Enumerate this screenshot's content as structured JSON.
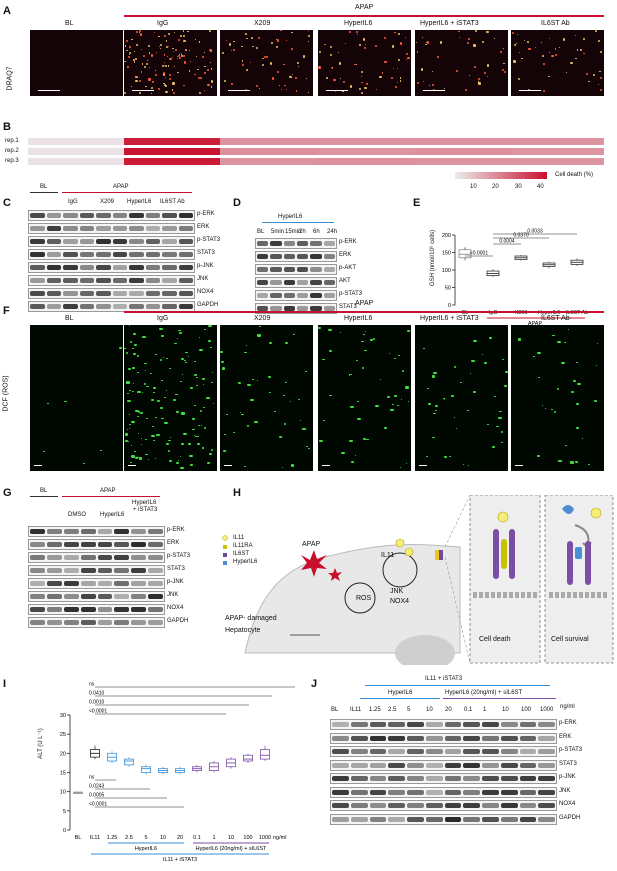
{
  "colors": {
    "red": "#c8102e",
    "blue": "#3a8fd6",
    "heat_low": "#ececec",
    "heat_high": "#c8102e"
  },
  "panels": {
    "A": "A",
    "B": "B",
    "C": "C",
    "D": "D",
    "E": "E",
    "F": "F",
    "G": "G",
    "H": "H",
    "I": "I",
    "J": "J"
  },
  "panelA": {
    "group": "APAP",
    "ylabel": "DRAQ7",
    "columns": [
      "BL",
      "IgG",
      "X209",
      "HyperIL6",
      "HyperIL6 + iSTAT3",
      "IL6ST Ab"
    ]
  },
  "panelB": {
    "rows": [
      "rep.1",
      "rep.2",
      "rep.3"
    ],
    "legend_title": "Cell death (%)",
    "legend_ticks": [
      "10",
      "20",
      "30",
      "40"
    ],
    "values": [
      [
        2,
        42,
        18,
        18,
        18,
        18
      ],
      [
        2,
        44,
        19,
        18,
        19,
        18
      ],
      [
        2,
        43,
        18,
        19,
        18,
        18
      ]
    ]
  },
  "panelC": {
    "bl": "BL",
    "apap": "APAP",
    "conds": [
      "IgG",
      "X209",
      "HyperIL6",
      "IL6ST Ab"
    ],
    "rows": [
      "p-ERK",
      "ERK",
      "p-STAT3",
      "STAT3",
      "p-JNK",
      "JNK",
      "NOX4",
      "GAPDH"
    ]
  },
  "panelD": {
    "group": "HyperIL6",
    "lanes": [
      "BL",
      "5min",
      "15min",
      "2h",
      "6h",
      "24h"
    ],
    "rows": [
      "p-ERK",
      "ERK",
      "p-AKT",
      "AKT",
      "p-STAT3",
      "STAT3"
    ]
  },
  "panelE": {
    "ylabel": "GSH (nmol/10⁶ cells)",
    "yticks": [
      "0",
      "50",
      "100",
      "150",
      "200"
    ],
    "xlabels": [
      "BL",
      "IgG",
      "X209",
      "HyperIL6",
      "IL6ST Ab"
    ],
    "group": "APAP",
    "pvals": [
      "<0.0001",
      "0.0004",
      "0.0370",
      "0.0033"
    ]
  },
  "panelF": {
    "group": "APAP",
    "ylabel": "DCF (ROS)",
    "columns": [
      "BL",
      "IgG",
      "X209",
      "HyperIL6",
      "HyperIL6 + iSTAT3",
      "IL6ST Ab"
    ]
  },
  "panelG": {
    "bl": "BL",
    "apap": "APAP",
    "conds": [
      "DMSO",
      "HyperIL6",
      "HyperIL6\n+ iSTAT3"
    ],
    "cond3a": "HyperIL6",
    "cond3b": "+ iSTAT3",
    "rows": [
      "p-ERK",
      "ERK",
      "p-STAT3",
      "STAT3",
      "p-JNK",
      "JNK",
      "NOX4",
      "GAPDH"
    ]
  },
  "panelH": {
    "apap": "APAP",
    "il11": "IL11",
    "ros": "ROS",
    "jnk": "JNK",
    "nox4": "NOX4",
    "hep1": "APAP- damaged",
    "hep2": "Hepatocyte",
    "legend": [
      "IL11",
      "IL11RA",
      "IL6ST",
      "HyperIL6"
    ],
    "death": "Cell death",
    "survival": "Cell survival"
  },
  "panelI": {
    "ylabel": "ALT (U L⁻¹)",
    "yticks": [
      "0",
      "5",
      "10",
      "15",
      "20",
      "25",
      "30"
    ],
    "ylim": [
      0,
      30
    ],
    "xlabels": [
      "BL",
      "IL11",
      "1.25",
      "2.5",
      "5",
      "10",
      "20",
      "0.1",
      "1",
      "10",
      "100",
      "1000"
    ],
    "unit": "ng/ml",
    "grp1": "HyperIL6",
    "grp2": "HyperIL6 (20ng/ml) + sIL6ST",
    "grp3": "IL11 + iSTAT3",
    "pvals_top": [
      "ns",
      "0.0410",
      "0.0010",
      "<0.0001"
    ],
    "pvals_bot": [
      "ns",
      "0.0243",
      "0.0005",
      "<0.0001"
    ]
  },
  "panelJ": {
    "top": "IL11 + iSTAT3",
    "grp1": "HyperIL6",
    "grp2": "HyperIL6 (20ng/ml) + sIL6ST",
    "unit": "ng/ml",
    "lanes": [
      "BL",
      "IL11",
      "1.25",
      "2.5",
      "5",
      "10",
      "20",
      "0.1",
      "1",
      "10",
      "100",
      "1000"
    ],
    "rows": [
      "p-ERK",
      "ERK",
      "p-STAT3",
      "STAT3",
      "p-JNK",
      "JNK",
      "NOX4",
      "GAPDH"
    ]
  },
  "chart_data": [
    {
      "type": "box",
      "title": "",
      "ylabel": "GSH (nmol/10⁶ cells)",
      "ylim": [
        0,
        200
      ],
      "categories": [
        "BL",
        "IgG",
        "X209",
        "HyperIL6",
        "IL6ST Ab"
      ],
      "medians": [
        145,
        90,
        135,
        115,
        122
      ],
      "q1": [
        135,
        84,
        130,
        110,
        116
      ],
      "q3": [
        158,
        97,
        140,
        120,
        128
      ],
      "min": [
        128,
        80,
        127,
        105,
        112
      ],
      "max": [
        165,
        102,
        143,
        124,
        133
      ]
    },
    {
      "type": "box",
      "title": "",
      "ylabel": "ALT (U L⁻¹)",
      "ylim": [
        0,
        30
      ],
      "categories": [
        "BL",
        "IL11",
        "1.25",
        "2.5",
        "5",
        "10",
        "20",
        "0.1",
        "1",
        "10",
        "100",
        "1000"
      ],
      "medians": [
        9.7,
        20,
        19,
        18,
        16,
        15.5,
        15.5,
        16,
        16.5,
        17.5,
        18.5,
        19.5
      ],
      "q1": [
        9.5,
        19,
        18,
        17,
        15,
        15,
        15,
        15.5,
        15.5,
        16.5,
        18,
        18.5
      ],
      "q3": [
        9.9,
        21,
        20,
        18.5,
        16.5,
        16,
        16,
        16.5,
        17.5,
        18.5,
        19.5,
        21
      ],
      "min": [
        9.3,
        18.5,
        17.5,
        16.5,
        14.5,
        14.5,
        14.5,
        15,
        15,
        16,
        17.5,
        18
      ],
      "max": [
        10,
        22,
        20.5,
        19,
        17,
        16.5,
        16.5,
        17,
        18,
        19,
        20,
        22
      ]
    }
  ]
}
